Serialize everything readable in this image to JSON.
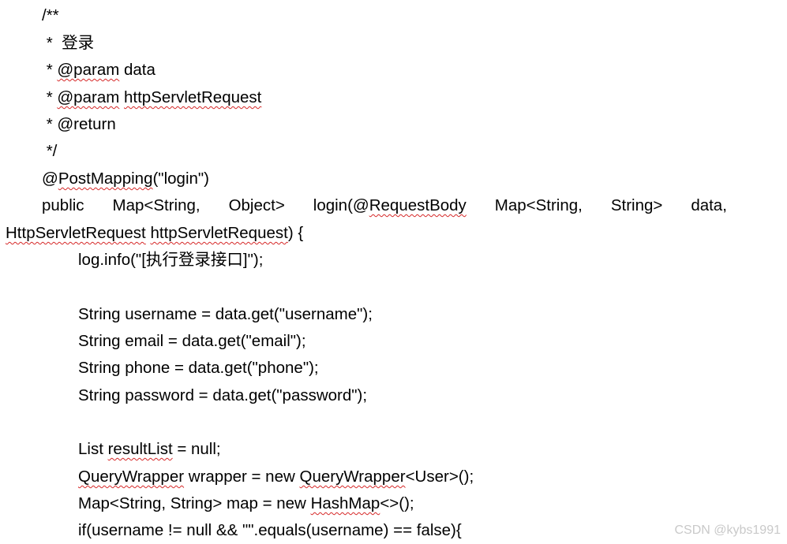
{
  "code": {
    "l1": "/**",
    "l2": " *  登录",
    "l3_prefix": " * ",
    "l3_param": "@param",
    "l3_rest": " data",
    "l4_prefix": " * ",
    "l4_param": "@param",
    "l4_space": " ",
    "l4_rest": "httpServletRequest",
    "l5": " * @return",
    "l6": " */",
    "l7_at": "@",
    "l7_anno": "PostMapping",
    "l7_rest": "(\"login\")",
    "l8_words": [
      "public",
      "Map<String,",
      "Object>",
      "login(@",
      "RequestBody",
      "Map<String,",
      "String>",
      "data,"
    ],
    "l9_type": "HttpServletRequest",
    "l9_space": " ",
    "l9_var": "httpServletRequest",
    "l9_rest": ") {",
    "l10": "log.info(\"[执行登录接口]\");",
    "l12": "String username = data.get(\"username\");",
    "l13": "String email = data.get(\"email\");",
    "l14": "String phone = data.get(\"phone\");",
    "l15": "String password = data.get(\"password\");",
    "l17_a": "List ",
    "l17_b": "resultList",
    "l17_c": " = null;",
    "l18_a": "QueryWrapper",
    "l18_b": " wrapper = new ",
    "l18_c": "QueryWrapper",
    "l18_d": "<User>();",
    "l19_a": "Map<String, String> map = new ",
    "l19_b": "HashMap",
    "l19_c": "<>();",
    "l20": "if(username != null && \"\".equals(username) == false){"
  },
  "watermark": "CSDN @kybs1991",
  "colors": {
    "spellcheck_underline": "#d62828",
    "watermark": "#c9c9c9"
  }
}
